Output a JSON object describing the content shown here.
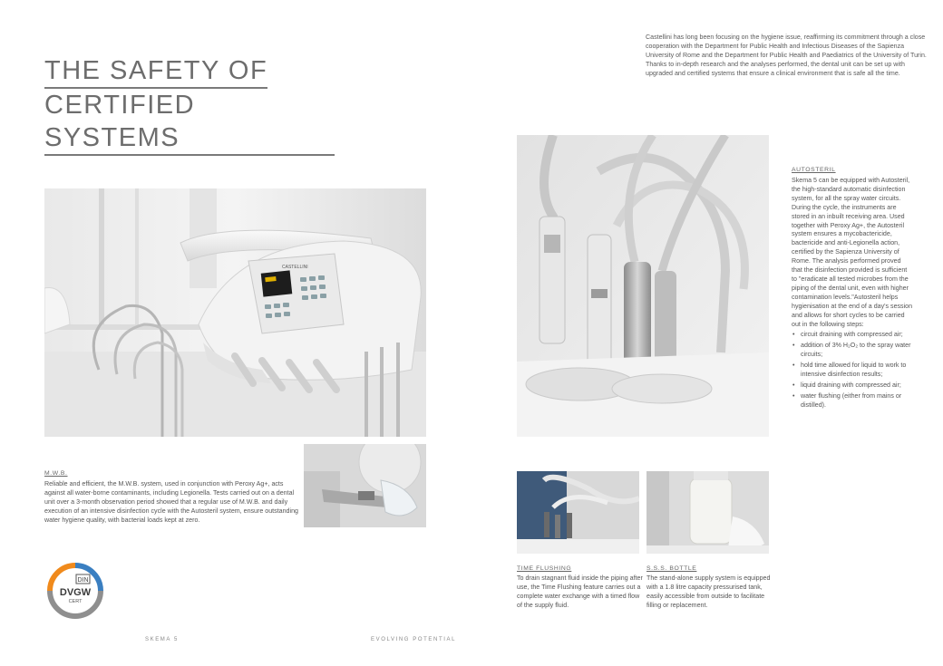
{
  "title": {
    "line1": "THE SAFETY OF",
    "line2": "CERTIFIED SYSTEMS"
  },
  "intro": "Castellini has long been focusing on the hygiene issue, reaffirming its commitment through a close cooperation with the Department for Public Health and Infectious Diseases of the Sapienza University of Rome and the Department for Public Health and Paediatrics of the University of Turin. Thanks to in-depth research and the analyses performed, the dental unit can be set up with upgraded and certified systems that ensure a clinical environment that is safe all the time.",
  "mwb": {
    "heading": "M.W.B.",
    "text": "Reliable and efficient, the M.W.B. system, used in conjunction with Peroxy Ag+, acts against all water-borne contaminants, including Legionella. Tests carried out on a dental unit over a 3-month observation period showed that a regular use of M.W.B. and daily execution of an intensive disinfection cycle with the Autosteril system, ensure outstanding water hygiene quality, with bacterial loads kept at zero."
  },
  "autosteril": {
    "heading": "AUTOSTERIL",
    "text": "Skema 5 can be equipped with Autosteril, the high-standard automatic disinfection system, for all the spray water circuits. During the cycle, the instruments are stored in an inbuilt receiving area. Used together with Peroxy Ag+, the Autosteril system ensures a mycobactericide, bactericide and anti-Legionella action, certified by the Sapienza University of Rome. The analysis performed proved that the disinfection provided is sufficient to \"eradicate all tested microbes from the piping of the dental unit, even with higher contamination levels.\"Autosteril helps hygienisation at the end of a day's session and allows for short cycles to be carried out in the following steps:",
    "steps": [
      "circuit draining with compressed air;",
      "addition of 3% H₂O₂ to the spray water circuits;",
      "hold time allowed for liquid to work to intensive disinfection results;",
      "liquid draining with compressed air;",
      "water flushing (either from mains or distilled)."
    ]
  },
  "flushing": {
    "heading": "TIME FLUSHING",
    "text": "To drain stagnant fluid inside the piping after use, the Time Flushing feature carries out a complete water exchange with a timed flow of the supply fluid."
  },
  "bottle": {
    "heading": "S.S.S. BOTTLE",
    "text": "The stand-alone supply system is equipped with a 1.8 litre capacity pressurised tank, easily accessible from outside to facilitate filling or replacement."
  },
  "badge": {
    "top": "DIN",
    "main": "DVGW",
    "sub": "CERT"
  },
  "panel_label": "CASTELLINI",
  "footer": {
    "left": "SKEMA 5",
    "right": "EVOLVING POTENTIAL"
  }
}
